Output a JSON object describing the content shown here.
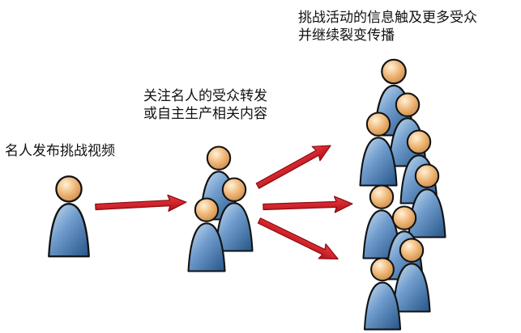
{
  "labels": {
    "step1": "名人发布挑战视频",
    "step2_line1": "关注名人的受众转发",
    "step2_line2": "或自主生产相关内容",
    "step3_line1": "挑战活动的信息触及更多受众",
    "step3_line2": "并继续裂变传播"
  },
  "colors": {
    "arrow": "#d4141e",
    "arrow_dark": "#8a0c12",
    "body_light": "#cfe2f4",
    "body_dark": "#2c5a8e",
    "head_light": "#fff2d8",
    "head_dark": "#c88a45",
    "outline": "#121212"
  }
}
